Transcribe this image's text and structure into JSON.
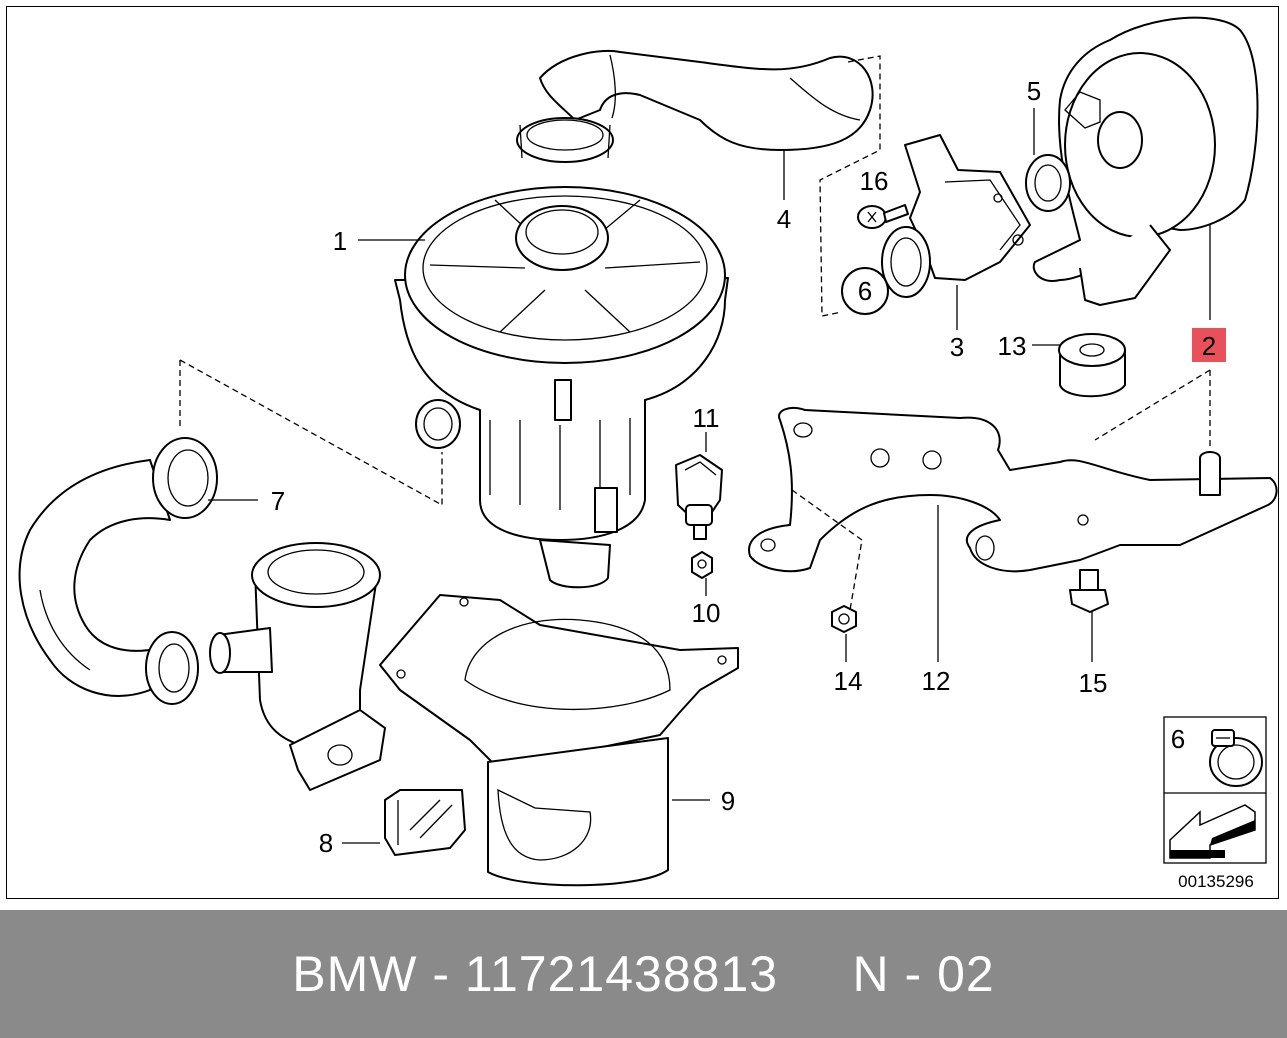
{
  "diagram": {
    "callouts": {
      "c1": "1",
      "c2": "2",
      "c3": "3",
      "c4": "4",
      "c5": "5",
      "c6": "6",
      "c7": "7",
      "c8": "8",
      "c9": "9",
      "c10": "10",
      "c11": "11",
      "c12": "12",
      "c13": "13",
      "c14": "14",
      "c15": "15",
      "c16": "16"
    },
    "highlight_color": "#e8505a",
    "legend_box": {
      "number": "6"
    },
    "image_code": "00135296"
  },
  "footer": {
    "text": "BMW - 11721438813     N - 02",
    "background": "#8a8a8a"
  }
}
